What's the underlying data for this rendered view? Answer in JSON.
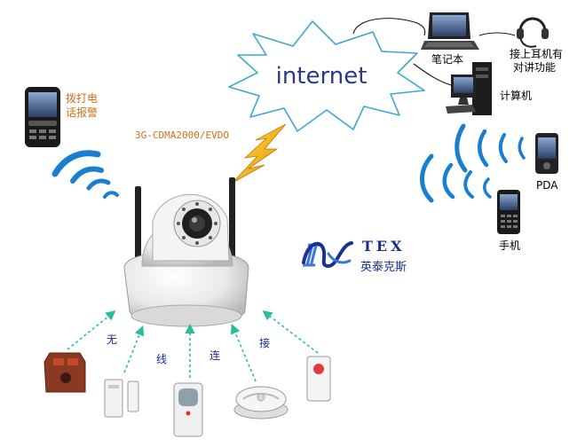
{
  "cloud_label": "internet",
  "network_label": "3G-CDMA2000/EVDO",
  "phone_alarm_label_line1": "拨打电",
  "phone_alarm_label_line2": "话报警",
  "laptop_label": "笔记本",
  "headset_label_line1": "接上耳机有",
  "headset_label_line2": "对讲功能",
  "computer_label": "计算机",
  "pda_label": "PDA",
  "mobile_label": "手机",
  "brand_latin": "TEX",
  "brand_chinese": "英泰克斯",
  "wireless_chars": [
    "无",
    "线",
    "连",
    "接"
  ],
  "colors": {
    "cloud_fill": "#ffffff",
    "cloud_stroke": "#3ea8cf",
    "internet_text": "#2b3a86",
    "wifi_arc": "#1a7fd0",
    "arrow": "#2cbc9b",
    "lightning": "#f2b400",
    "brand_blue": "#1d2e94",
    "brand_accent": "#3a77d6"
  }
}
